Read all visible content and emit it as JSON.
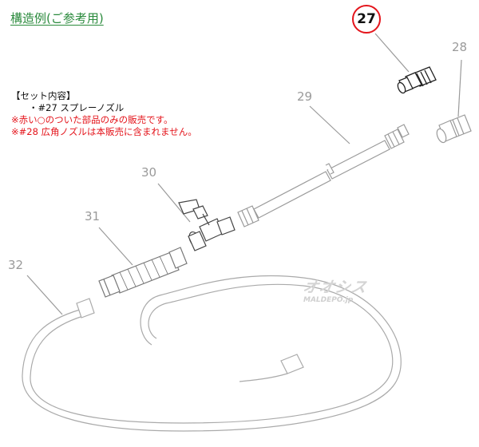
{
  "title": "構造例(ご参考用)",
  "notes": {
    "heading": "【セット内容】",
    "item": "・#27 スプレーノズル",
    "red_line_1": "※赤い○のついた部品のみの販売です。",
    "red_line_2": "※#28 広角ノズルは本販売に含まれません。"
  },
  "part_labels": {
    "p27": "27",
    "p28": "28",
    "p29": "29",
    "p30": "30",
    "p31": "31",
    "p32": "32"
  },
  "watermark": {
    "logo_jp": "オオシス",
    "logo_en": "MALDEPO.jp"
  },
  "colors": {
    "title": "#2a8a3c",
    "highlight": "#e4141b",
    "part_line": "#9a9a9a",
    "part_dark": "#222222"
  }
}
